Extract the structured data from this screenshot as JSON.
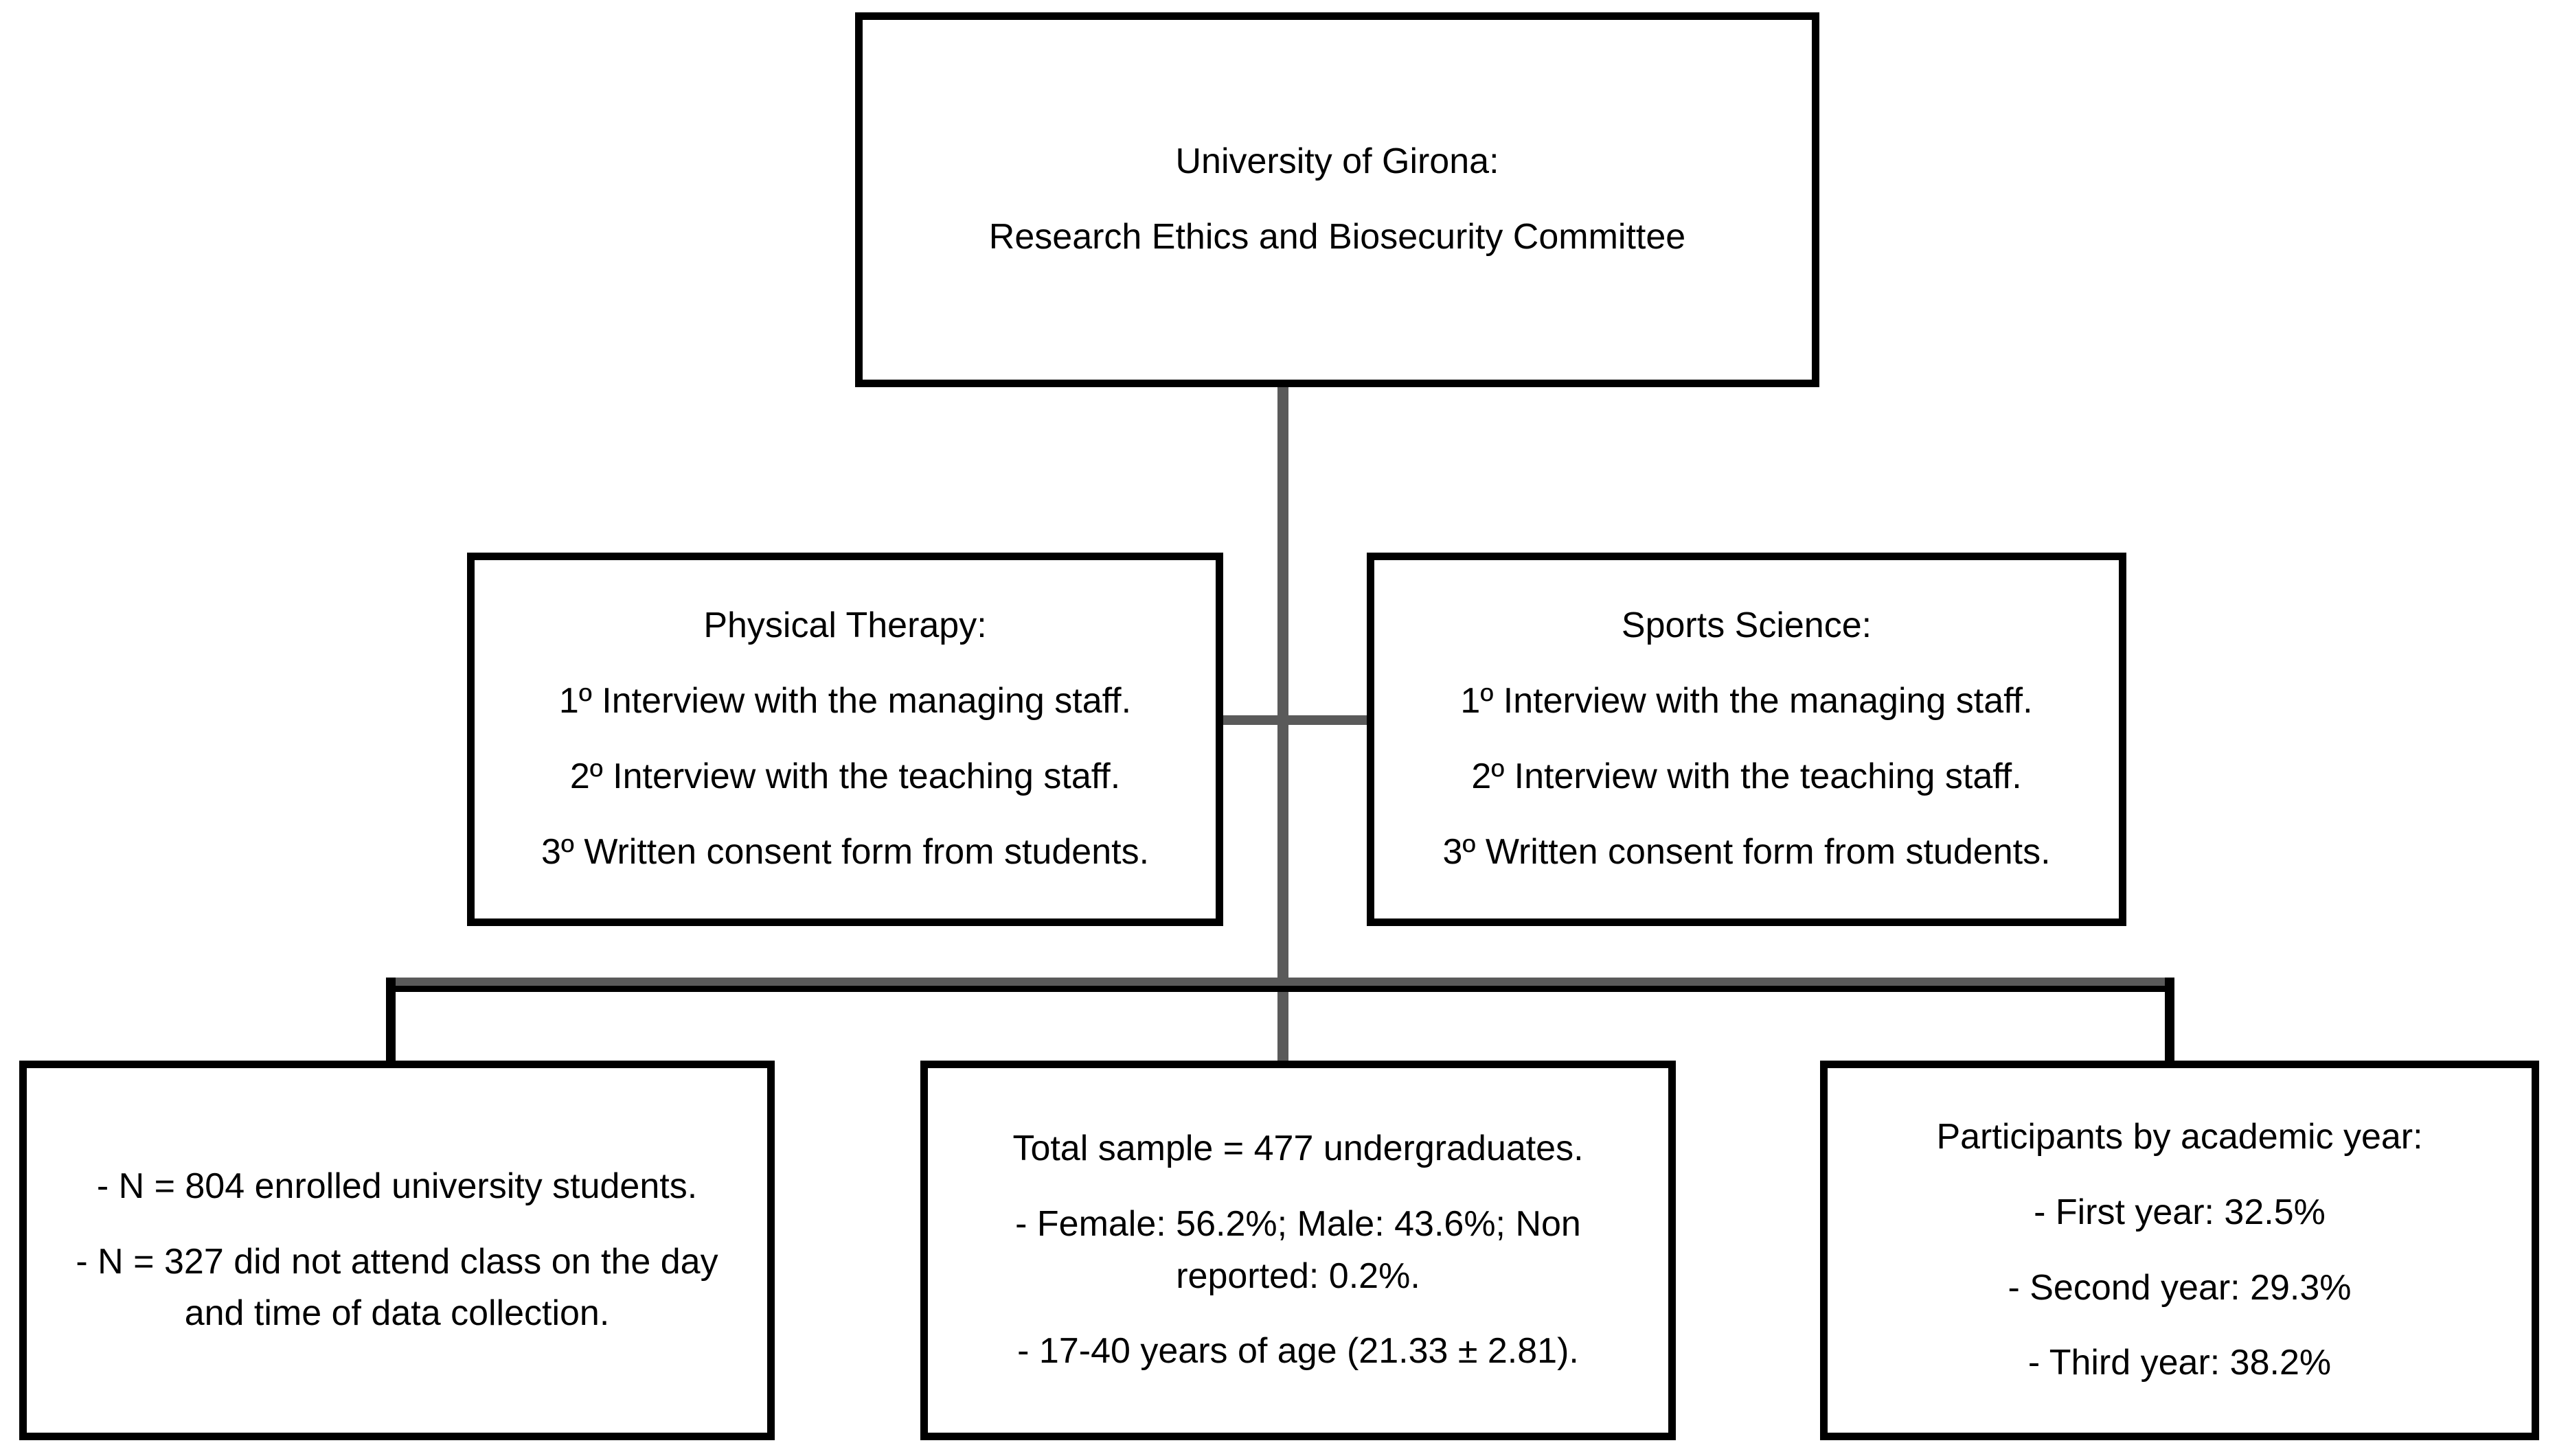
{
  "diagram": {
    "title": "Participant recruitment and sampling flowchart",
    "colors": {
      "node_border": "#000000",
      "node_fill": "#ffffff",
      "connector": "#5a5a5a",
      "connector_accent": "#000000",
      "text": "#000000"
    },
    "nodes": {
      "ethics_committee": {
        "lines": [
          "University of Girona:",
          "Research Ethics and Biosecurity Committee"
        ]
      },
      "physical_therapy": {
        "lines": [
          "Physical Therapy:",
          "1º Interview with the managing staff.",
          "2º Interview with the teaching staff.",
          "3º Written consent form from students."
        ]
      },
      "sports_science": {
        "lines": [
          "Sports Science:",
          "1º Interview with the managing staff.",
          "2º Interview with the teaching staff.",
          "3º Written consent form from students."
        ]
      },
      "excluded": {
        "lines": [
          "- N = 804 enrolled university students.",
          "- N = 327 did not attend class on the day and time of data collection."
        ]
      },
      "sample": {
        "lines": [
          "Total sample = 477 undergraduates.",
          "- Female: 56.2%; Male: 43.6%; Non reported: 0.2%.",
          "- 17-40 years of age (21.33 ± 2.81)."
        ]
      },
      "academic_year": {
        "lines": [
          "Participants by academic year:",
          "- First year: 32.5%",
          "- Second year: 29.3%",
          "- Third year: 38.2%"
        ]
      }
    },
    "values": {
      "enrolled_students": 804,
      "did_not_attend": 327,
      "total_sample": 477,
      "female_percent": 56.2,
      "male_percent": 43.6,
      "non_reported_percent": 0.2,
      "age_min": 17,
      "age_max": 40,
      "age_mean": 21.33,
      "age_sd": 2.81,
      "first_year_percent": 32.5,
      "second_year_percent": 29.3,
      "third_year_percent": 38.2
    }
  }
}
